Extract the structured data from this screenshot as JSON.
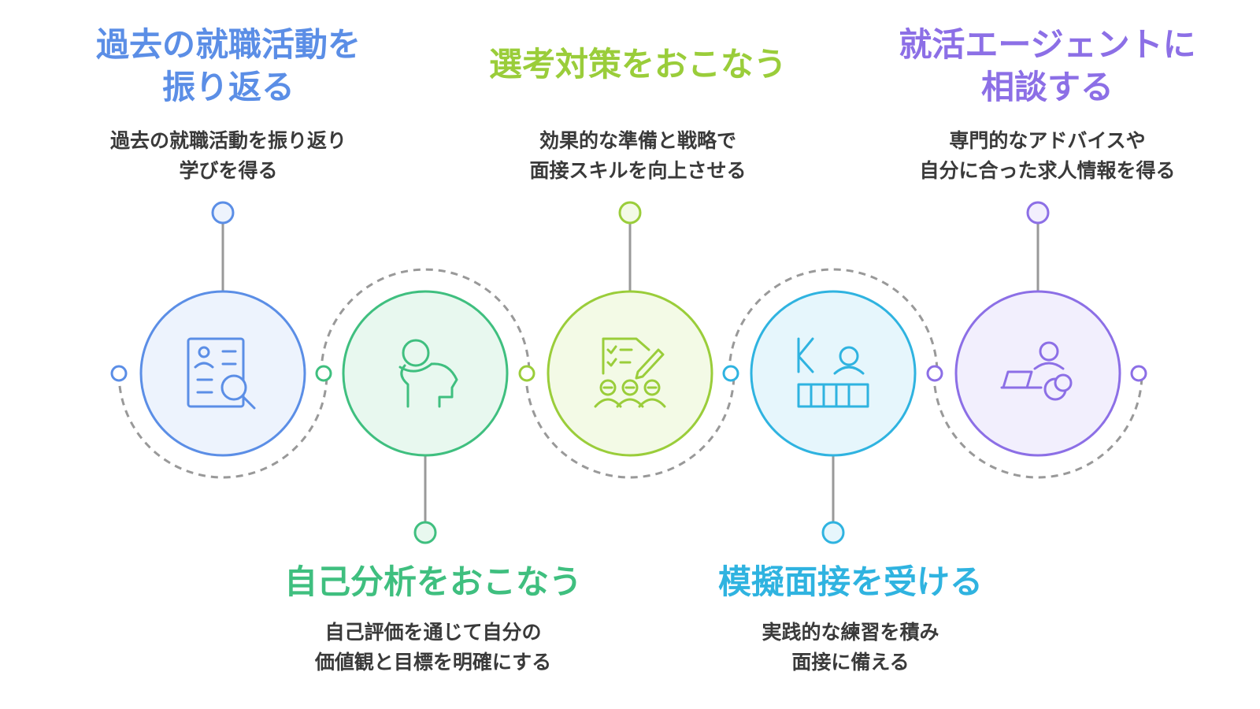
{
  "steps": [
    {
      "title_lines": [
        "過去の就職活動を",
        "振り返る"
      ],
      "desc_lines": [
        "過去の就職活動を振り返り",
        "学びを得る"
      ],
      "color": "#5b8ee6",
      "fill": "#edf3fd",
      "icon": "resume-search-icon"
    },
    {
      "title_lines": [
        "自己分析をおこなう"
      ],
      "desc_lines": [
        "自己評価を通じて自分の",
        "価値観と目標を明確にする"
      ],
      "color": "#3fbf7f",
      "fill": "#e8f8ef",
      "icon": "head-profile-icon"
    },
    {
      "title_lines": [
        "選考対策をおこなう"
      ],
      "desc_lines": [
        "効果的な準備と戦略で",
        "面接スキルを向上させる"
      ],
      "color": "#9acd3a",
      "fill": "#f3fae6",
      "icon": "checklist-team-icon"
    },
    {
      "title_lines": [
        "模擬面接を受ける"
      ],
      "desc_lines": [
        "実践的な練習を積み",
        "面接に備える"
      ],
      "color": "#2fb3e0",
      "fill": "#e6f6fc",
      "icon": "interview-presentation-icon"
    },
    {
      "title_lines": [
        "就活エージェントに",
        "相談する"
      ],
      "desc_lines": [
        "専門的なアドバイスや",
        "自分に合った求人情報を得る"
      ],
      "color": "#8c6fe6",
      "fill": "#f2effd",
      "icon": "laptop-consultant-icon"
    }
  ]
}
